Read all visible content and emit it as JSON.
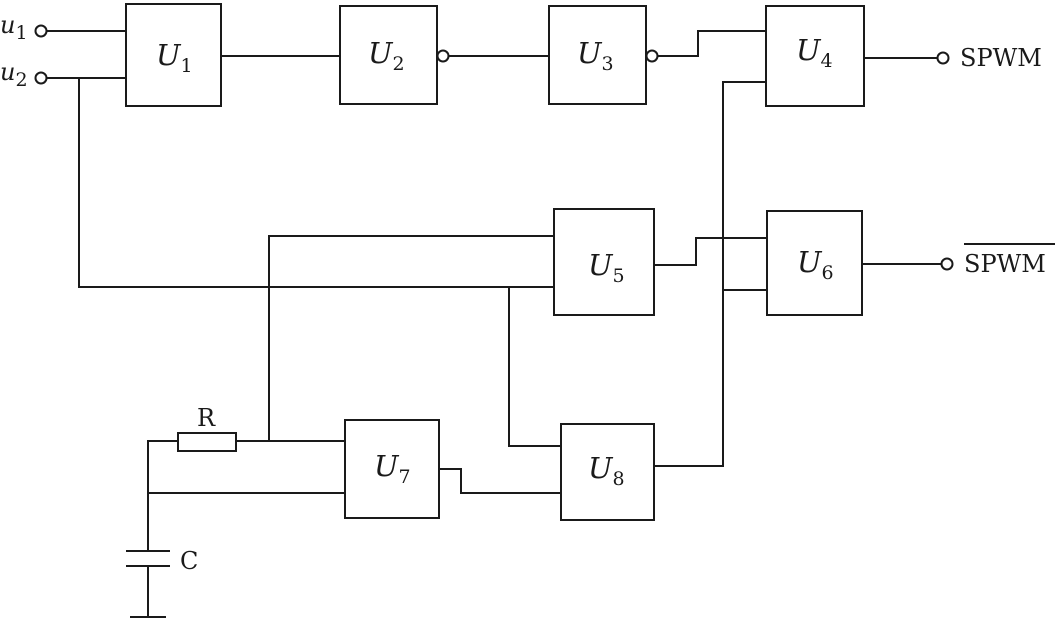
{
  "blocks": {
    "u1": {
      "letter": "U",
      "sub": "1"
    },
    "u2": {
      "letter": "U",
      "sub": "2"
    },
    "u3": {
      "letter": "U",
      "sub": "3"
    },
    "u4": {
      "letter": "U",
      "sub": "4"
    },
    "u5": {
      "letter": "U",
      "sub": "5"
    },
    "u6": {
      "letter": "U",
      "sub": "6"
    },
    "u7": {
      "letter": "U",
      "sub": "7"
    },
    "u8": {
      "letter": "U",
      "sub": "8"
    }
  },
  "inputs": {
    "in1": {
      "letter": "u",
      "sub": "1"
    },
    "in2": {
      "letter": "u",
      "sub": "2"
    }
  },
  "outputs": {
    "out_spwm": "SPWM",
    "out_spwm_bar": "SPWM"
  },
  "components": {
    "resistor": "R",
    "capacitor": "C"
  }
}
